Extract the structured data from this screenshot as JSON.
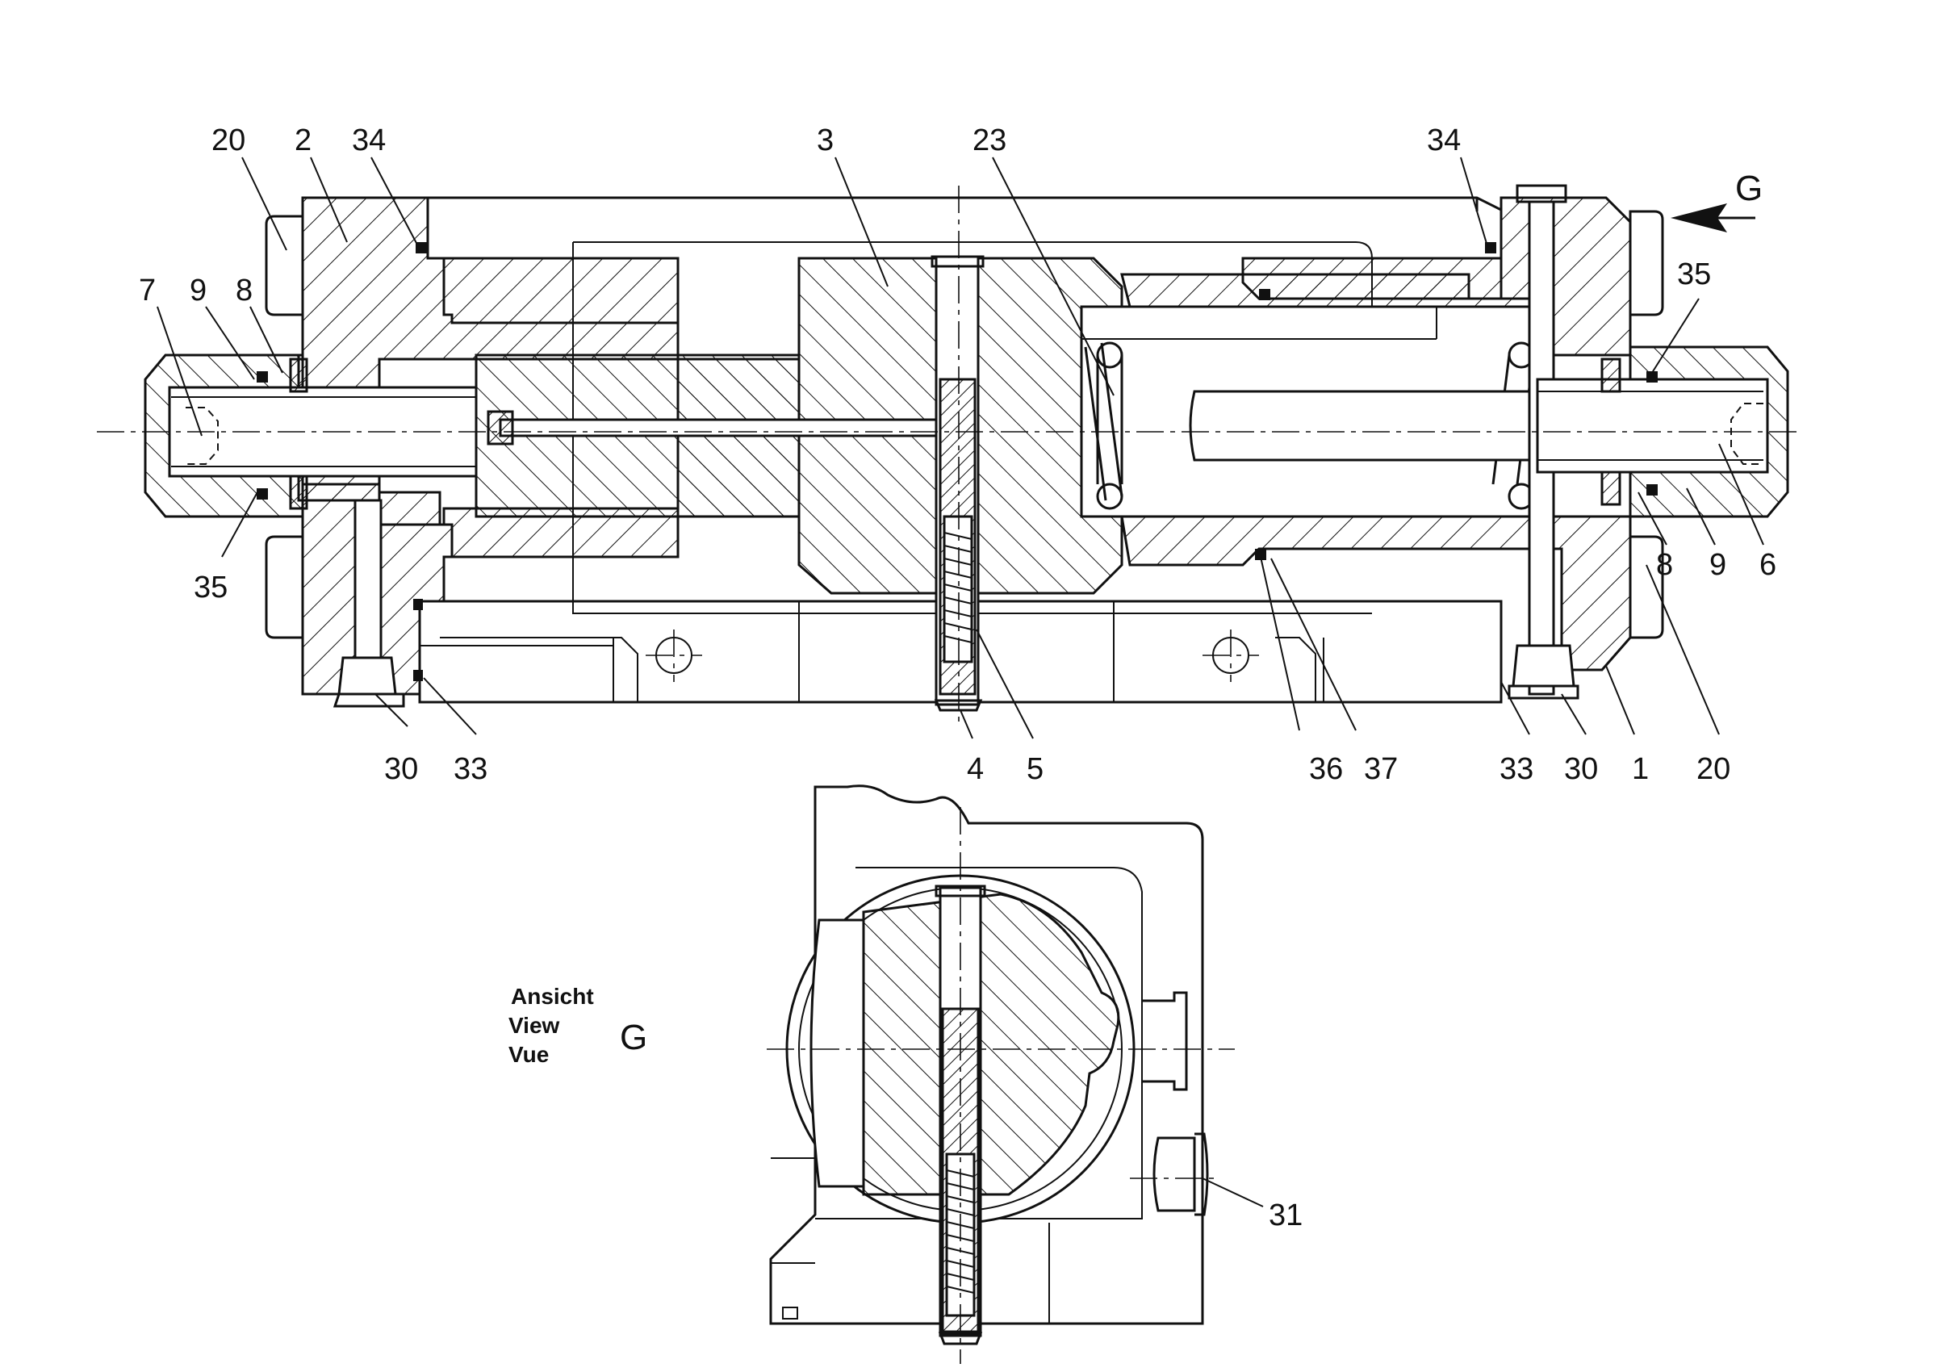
{
  "callouts": {
    "c20_tl": "20",
    "c2": "2",
    "c34_tl": "34",
    "c3": "3",
    "c23": "23",
    "c34_tr": "34",
    "c7": "7",
    "c9_l": "9",
    "c8_l": "8",
    "c35_tr": "35",
    "c35_l": "35",
    "c8_r": "8",
    "c9_r": "9",
    "c6": "6",
    "c30_l": "30",
    "c33_l": "33",
    "c4": "4",
    "c5": "5",
    "c36": "36",
    "c37": "37",
    "c33_r": "33",
    "c30_r": "30",
    "c1": "1",
    "c20_r": "20",
    "c31": "31"
  },
  "view_arrow_letter": "G",
  "view_label": {
    "line1": "Ansicht",
    "line2": "View",
    "line3": "Vue",
    "letter": "G"
  }
}
